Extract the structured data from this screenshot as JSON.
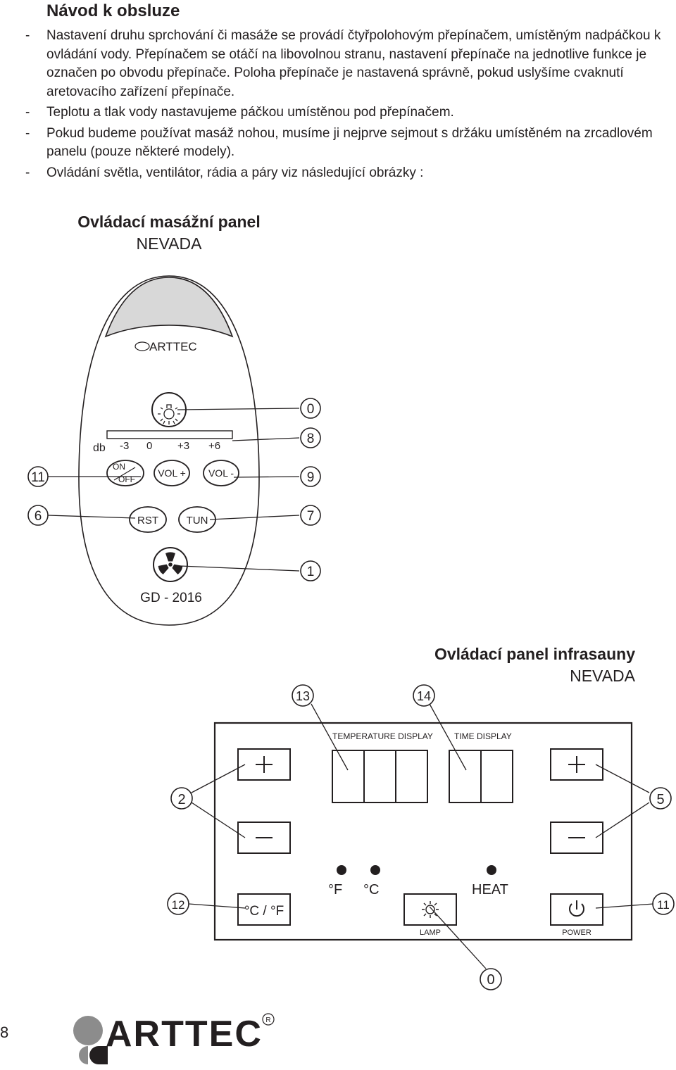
{
  "title": "Návod k obsluze",
  "instructions": [
    "Nastavení druhu sprchování či masáže se provádí čtyřpolohovým přepínačem, umístěným nadpáčkou k ovládání vody. Přepínačem se otáčí na libovolnou stranu, nastavení přepína­če na jednotlive funkce je označen po obvodu přepínače. Poloha přepínače je nastavená správně, pokud uslyšíme cvaknutí aretovacího zařízení přepínače.",
    "Teplotu a tlak vody nastavujeme páčkou umístěnou pod přepínačem.",
    "Pokud budeme používat masáž nohou, musíme ji nejprve sejmout s držáku umístěném na zrcadlovém panelu (pouze některé modely).",
    "Ovládání světla, ventilátor, rádia a páry viz následující obrázky :"
  ],
  "massage_panel": {
    "heading": "Ovládací masážní panel",
    "subheading": "NEVADA",
    "brand": "ARTTEC",
    "db_label": "db",
    "scale_labels": [
      "-3",
      "0",
      "+3",
      "+6"
    ],
    "on_label": "ON",
    "off_label": "OFF",
    "vol_plus": "VOL +",
    "vol_minus": "VOL -",
    "rst": "RST",
    "tun": "TUN",
    "model": "GD - 2016",
    "callouts": {
      "light": "0",
      "scale": "8",
      "vol_minus": "9",
      "on_off": "11",
      "rst": "6",
      "tun": "7",
      "fan": "1"
    }
  },
  "sauna_panel": {
    "heading": "Ovládací panel infrasauny",
    "subheading": "NEVADA",
    "temperature_display": "TEMPERATURE DISPLAY",
    "time_display": "TIME DISPLAY",
    "unit_f": "°F",
    "unit_c": "°C",
    "heat": "HEAT",
    "unit_toggle": "°C / °F",
    "lamp": "LAMP",
    "power": "POWER",
    "callouts": {
      "temp_display": "13",
      "time_display": "14",
      "temp_buttons": "2",
      "time_buttons": "5",
      "unit_toggle": "12",
      "power": "11",
      "lamp": "0"
    }
  },
  "footer": {
    "page_number": "8",
    "logo_text": "ARTTEC",
    "registered": "R"
  }
}
